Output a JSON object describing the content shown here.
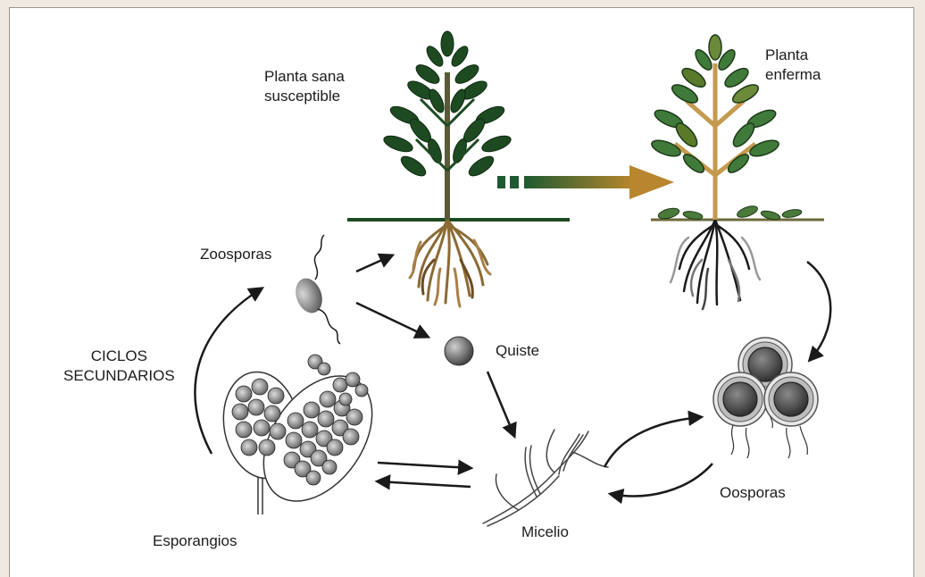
{
  "labels": {
    "healthy_plant": [
      "Planta sana",
      "susceptible"
    ],
    "sick_plant": [
      "Planta",
      "enferma"
    ],
    "zoospores": "Zoosporas",
    "cyst": "Quiste",
    "secondary_cycles": [
      "CICLOS",
      "SECUNDARIOS"
    ],
    "sporangia": "Esporangios",
    "mycelium": "Micelio",
    "oospores": "Oosporas"
  },
  "colors": {
    "healthy_foliage": "#1e4a22",
    "healthy_leaf_light": "#3f7a3a",
    "sick_stem": "#c49a4e",
    "transition_start": "#1e5a30",
    "transition_end": "#b8862e",
    "soil_line_healthy": "#1e4a22",
    "soil_line_sick": "#6b6a3a",
    "arrow": "#1a1a1a"
  }
}
